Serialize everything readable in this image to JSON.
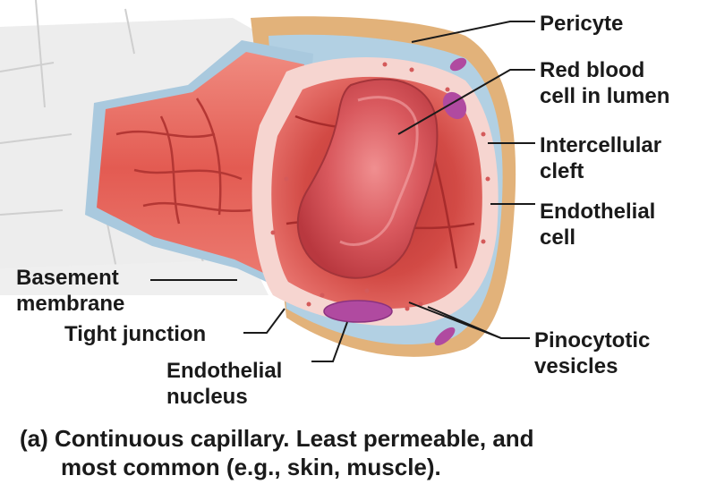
{
  "labels": {
    "pericyte": [
      "Pericyte"
    ],
    "red_blood_cell": [
      "Red blood",
      "cell in lumen"
    ],
    "intercellular_cleft": [
      "Intercellular",
      "cleft"
    ],
    "endothelial_cell": [
      "Endothelial",
      "cell"
    ],
    "basement_membrane": [
      "Basement",
      "membrane"
    ],
    "tight_junction": [
      "Tight junction"
    ],
    "endothelial_nucleus": [
      "Endothelial",
      "nucleus"
    ],
    "pinocytotic_vesicles": [
      "Pinocytotic",
      "vesicles"
    ]
  },
  "caption": {
    "part": "(a)",
    "title": "Continuous capillary.",
    "text_line1": "Least permeable, and",
    "text_line2": "most common (e.g., skin, muscle)."
  },
  "colors": {
    "vessel_wall_red": "#e0574f",
    "lumen_dark": "#c43c3a",
    "endothelium_pink": "#f6d3cf",
    "basement_blue": "#a9cbe0",
    "pericyte_tan": "#e0b078",
    "nucleus_purple": "#b04aa0",
    "rbc_red": "#d9595e",
    "tissue_grey": "#e4e4e4"
  }
}
